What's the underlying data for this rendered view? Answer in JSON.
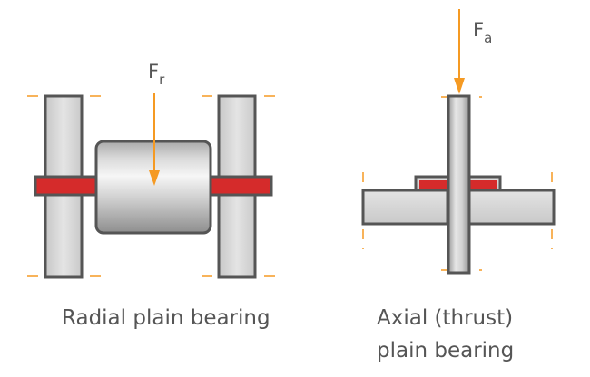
{
  "radial": {
    "force_symbol": "F",
    "force_subscript": "r",
    "caption": "Radial plain bearing"
  },
  "axial": {
    "force_symbol": "F",
    "force_subscript": "a",
    "caption_line1": "Axial (thrust)",
    "caption_line2": "plain bearing"
  },
  "colors": {
    "accent_orange": "#f59a23",
    "bearing_red": "#d52b2b",
    "outline": "#555555",
    "part_gray": "#d4d4d4"
  }
}
